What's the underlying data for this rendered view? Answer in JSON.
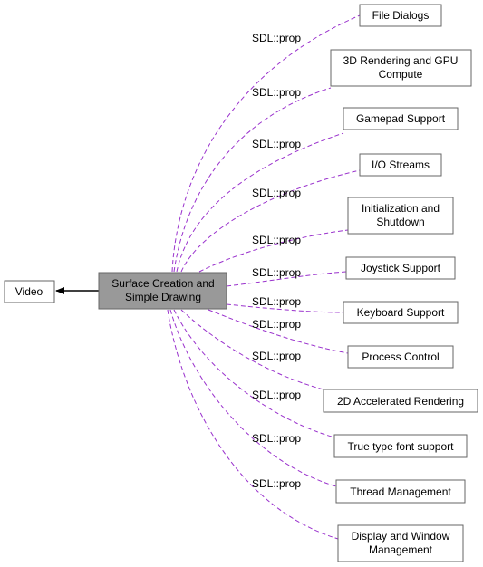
{
  "nodes": {
    "video": {
      "lines": [
        "Video"
      ]
    },
    "surface": {
      "lines": [
        "Surface Creation and",
        "Simple Drawing"
      ]
    },
    "file_dialogs": {
      "lines": [
        "File Dialogs"
      ]
    },
    "rendering_3d": {
      "lines": [
        "3D Rendering and GPU",
        "Compute"
      ]
    },
    "gamepad": {
      "lines": [
        "Gamepad Support"
      ]
    },
    "io_streams": {
      "lines": [
        "I/O Streams"
      ]
    },
    "init_shutdown": {
      "lines": [
        "Initialization and",
        "Shutdown"
      ]
    },
    "joystick": {
      "lines": [
        "Joystick Support"
      ]
    },
    "keyboard": {
      "lines": [
        "Keyboard Support"
      ]
    },
    "process": {
      "lines": [
        "Process Control"
      ]
    },
    "rendering_2d": {
      "lines": [
        "2D Accelerated Rendering"
      ]
    },
    "truetype": {
      "lines": [
        "True type font support"
      ]
    },
    "thread": {
      "lines": [
        "Thread Management"
      ]
    },
    "display_window": {
      "lines": [
        "Display and Window",
        "Management"
      ]
    }
  },
  "edge_label": "SDL::prop",
  "colors": {
    "edge": "#9a32cd",
    "center_fill": "#999999",
    "node_border": "#666666"
  }
}
